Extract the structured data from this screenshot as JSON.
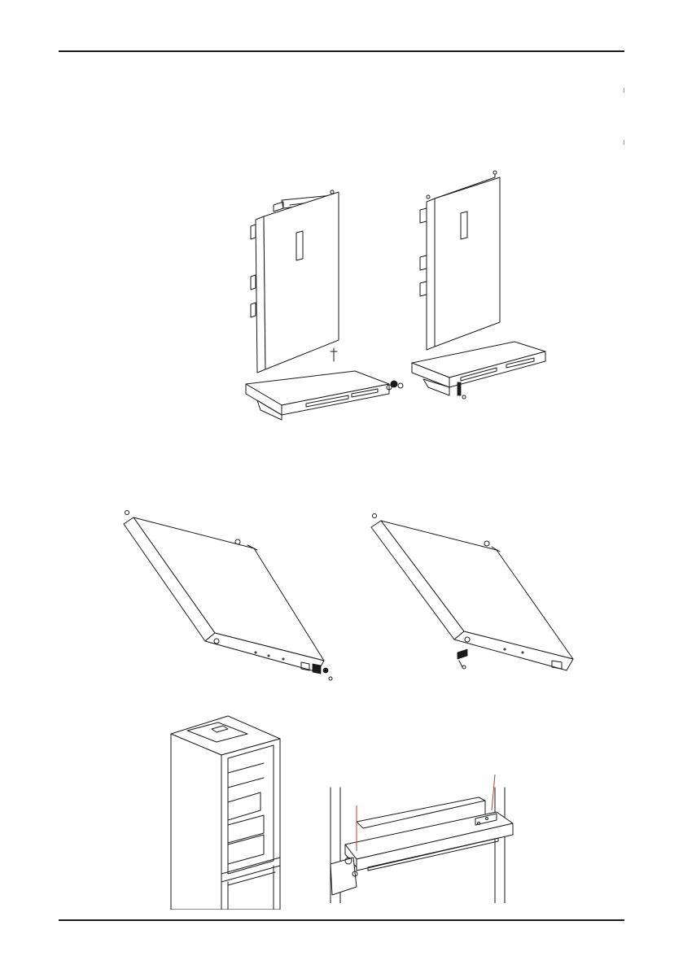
{
  "page": {
    "header_rule": true,
    "footer_rule": true,
    "text_items": []
  },
  "figures": [
    {
      "id": "fig-door-hinge-remove",
      "icon": "door-with-top-hinge-illustration"
    },
    {
      "id": "fig-door-hinge-refit",
      "icon": "door-with-bottom-hinge-illustration"
    },
    {
      "id": "fig-lower-door-left",
      "icon": "lower-door-hinge-illustration"
    },
    {
      "id": "fig-lower-door-right",
      "icon": "lower-door-hinge-moved-illustration"
    },
    {
      "id": "fig-fridge-open",
      "icon": "fridge-open-illustration"
    },
    {
      "id": "fig-cabinet-closeup",
      "icon": "cabinet-hinge-closeup-illustration"
    }
  ],
  "colors": {
    "line": "#1a1a1a",
    "highlight": "#c0392b"
  }
}
